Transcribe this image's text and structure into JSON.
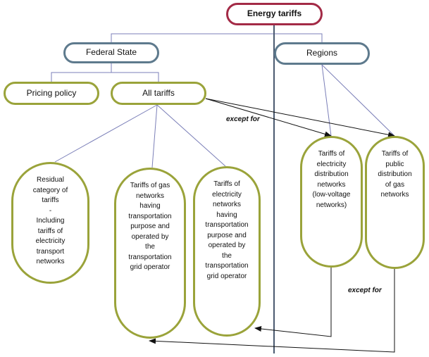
{
  "colors": {
    "root_border": "#a32a46",
    "level_border": "#5e7a8d",
    "leaf_border": "#9aa33a",
    "connector_line": "#7b7fb8",
    "divider_line": "#4a5a70",
    "arrow_line": "#111111"
  },
  "nodes": {
    "energy_tariffs": "Energy tariffs",
    "federal_state": "Federal State",
    "regions": "Regions",
    "pricing_policy": "Pricing policy",
    "all_tariffs": "All tariffs",
    "residual": "Residual\ncategory of\ntariffs\n-\nIncluding\ntariffs of\nelectricity\ntransport\nnetworks",
    "gas_transport": "Tariffs of gas\nnetworks\nhaving\ntransportation\npurpose and\noperated by\nthe\ntransportation\ngrid operator",
    "electricity_transport": "Tariffs of\nelectricity\nnetworks\nhaving\ntransportation\npurpose and\noperated by\nthe\ntransportation\ngrid operator",
    "electricity_distribution": "Tariffs of\nelectricity\ndistribution\nnetworks\n(low-voltage\nnetworks)",
    "gas_distribution": "Tariffs of\npublic\ndistribution\nof gas\nnetworks"
  },
  "labels": {
    "except_for_top": "except for",
    "except_for_bottom": "except for"
  }
}
